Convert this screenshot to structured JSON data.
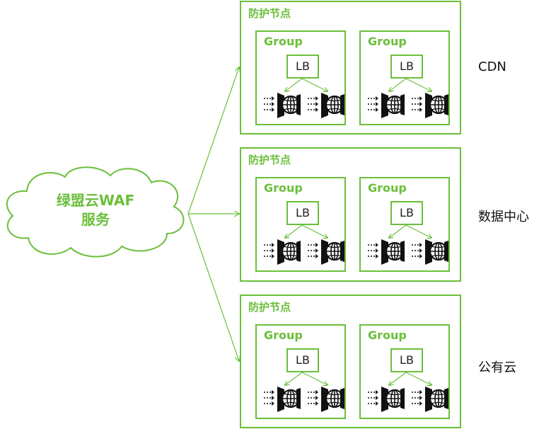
{
  "service": {
    "line1": "绿盟云WAF",
    "line2": "服务"
  },
  "nodes": [
    {
      "title": "防护节点",
      "label": "CDN",
      "groups": [
        {
          "title": "Group",
          "lb": "LB"
        },
        {
          "title": "Group",
          "lb": "LB"
        }
      ]
    },
    {
      "title": "防护节点",
      "label": "数据中心",
      "groups": [
        {
          "title": "Group",
          "lb": "LB"
        },
        {
          "title": "Group",
          "lb": "LB"
        }
      ]
    },
    {
      "title": "防护节点",
      "label": "公有云",
      "groups": [
        {
          "title": "Group",
          "lb": "LB"
        },
        {
          "title": "Group",
          "lb": "LB"
        }
      ]
    }
  ],
  "colors": {
    "accent": "#6abf3a",
    "text": "#111111"
  },
  "icons": {
    "server": "waf-server-icon",
    "traffic": "traffic-arrows-icon"
  }
}
